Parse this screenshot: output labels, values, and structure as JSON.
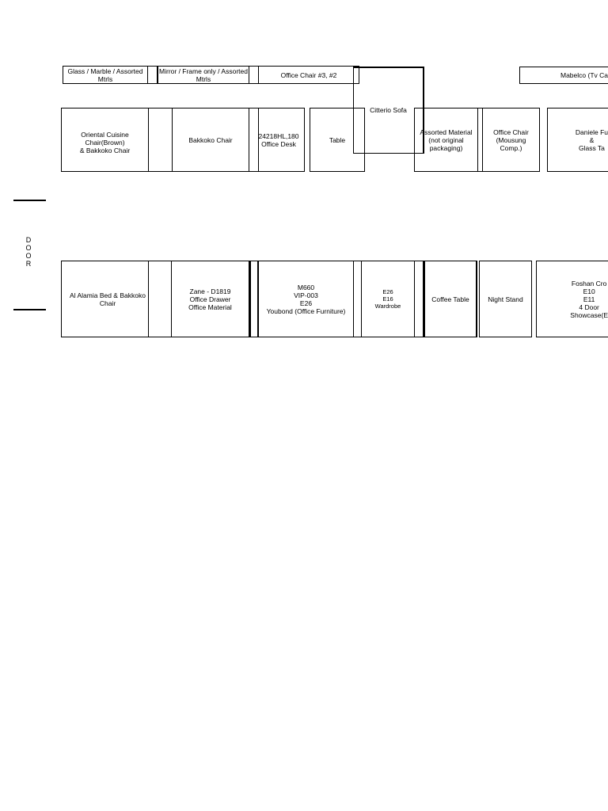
{
  "door": {
    "label": "D\nO\nO\nR"
  },
  "row_top": {
    "glass_marble": "Glass / Marble / Assorted\nMtrls",
    "mirror_frame": "Mirror / Frame only / Assorted\nMtrls",
    "office_chair_3_2": "Office Chair #3, #2",
    "mabelco": "Mabelco (Tv Ca"
  },
  "row_middle": {
    "oriental_cuisine": "Oriental Cuisine Chair(Brown)\n& Bakkoko Chair",
    "bakkoko_chair": "Bakkoko Chair",
    "office_desk": "24218HL,180\nOffice Desk",
    "table": "Table",
    "citterio_sofa": "Citterio Sofa",
    "assorted_material": "Assorted Material\n(not original\npackaging)",
    "office_chair_mousung": "Office Chair\n(Mousung\nComp.)",
    "daniele": "Daniele Fu\n&\nGlass Ta"
  },
  "row_bottom": {
    "al_alamia": "Al Alamia Bed & Bakkoko Chair",
    "zane": "Zane - D1819\nOffice Drawer\nOffice Material",
    "m660": "M660\nVIP-003\nE26\nYoubond (Office Furniture)",
    "e26_wardrobe": "E26\nE16\nWardrobe",
    "coffee_table": "Coffee Table",
    "night_stand": "Night Stand",
    "foshan": "Foshan Cro\nE10\nE11\n4 Door\nShowcase(E"
  }
}
